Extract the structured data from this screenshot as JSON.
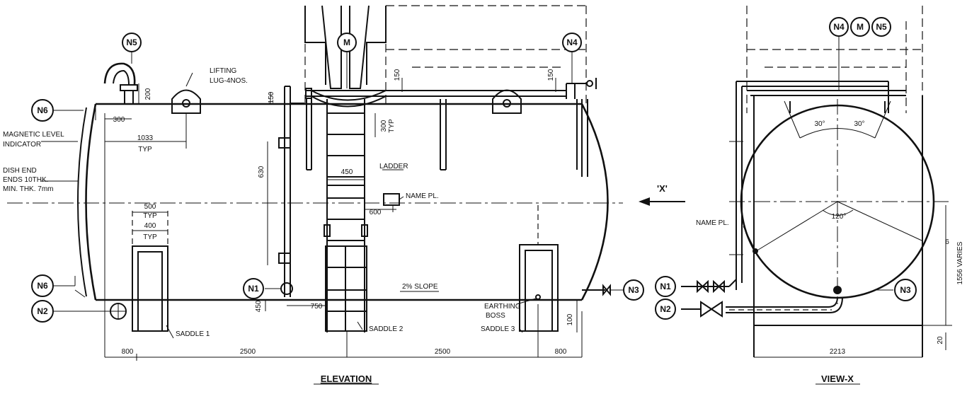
{
  "views": {
    "elevation_title": "ELEVATION",
    "view_x_title": "VIEW-X",
    "view_arrow_label": "'X'"
  },
  "nozzles": {
    "n1": "N1",
    "n2": "N2",
    "n3": "N3",
    "n4": "N4",
    "n5": "N5",
    "n6": "N6",
    "m": "M"
  },
  "labels": {
    "magnetic_level_1": "MAGNETIC LEVEL",
    "magnetic_level_2": "INDICATOR",
    "dish_end_1": "DISH END",
    "dish_end_2": "ENDS 10THK.",
    "dish_end_3": "MIN. THK. 7mm",
    "lifting_1": "LIFTING",
    "lifting_2": "LUG-4NOS.",
    "ladder": "LADDER",
    "name_plate": "NAME PL.",
    "name_plate_view": "NAME PL.",
    "slope": "2% SLOPE",
    "earthing_1": "EARTHING",
    "earthing_2": "BOSS",
    "saddle_1": "SADDLE 1",
    "saddle_2": "SADDLE 2",
    "saddle_3": "SADDLE 3",
    "varies": "1556 VARIES"
  },
  "dimensions": {
    "d200": "200",
    "d300": "300",
    "d1033": "1033",
    "typ_a": "TYP",
    "d500": "500",
    "typ_b": "TYP",
    "d400": "400",
    "typ_c": "TYP",
    "d150a": "150",
    "d150b": "150",
    "d150c": "150",
    "d300b": "300",
    "typ_d": "TYP",
    "d630": "630",
    "d450": "450",
    "d600": "600",
    "d450b": "450",
    "d750": "750",
    "d100": "100",
    "b800a": "800",
    "b2500a": "2500",
    "b2500b": "2500",
    "b800b": "800",
    "ang30a": "30°",
    "ang30b": "30°",
    "ang120": "120°",
    "d2213": "2213",
    "d20": "20",
    "d6": "6"
  }
}
